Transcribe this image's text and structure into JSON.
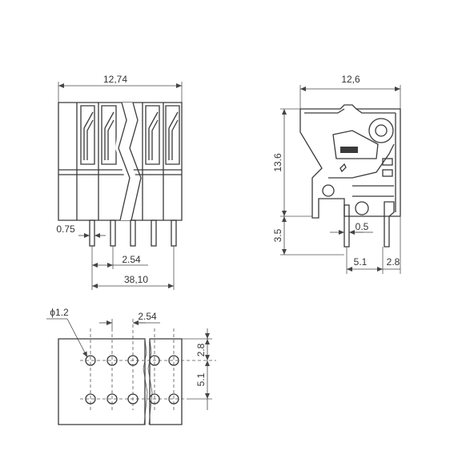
{
  "front_view": {
    "width_label": "12,74",
    "pin_thickness_label": "0.75",
    "pitch_label": "2.54",
    "total_pitch_label": "38,10"
  },
  "side_view": {
    "width_label": "12,6",
    "height_label": "13.6",
    "pin_length_label": "3.5",
    "pin_width_label": "0.5",
    "row_spacing_label": "5.1",
    "edge_offset_label": "2.8"
  },
  "footprint_view": {
    "hole_diameter_label": "ϕ1.2",
    "pitch_label": "2.54",
    "edge_offset_label": "2.8",
    "row_spacing_label": "5.1"
  }
}
